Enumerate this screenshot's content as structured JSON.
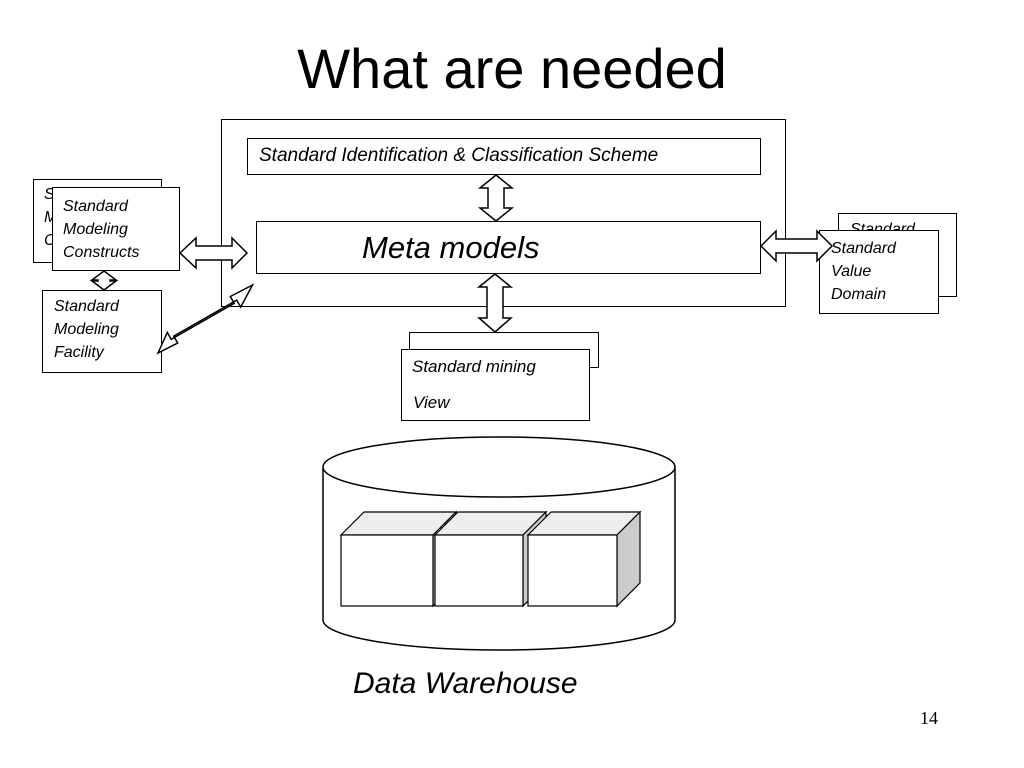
{
  "slide": {
    "title": "What are needed",
    "page_number": "14"
  },
  "diagram": {
    "id_scheme": "Standard Identification & Classification Scheme",
    "meta_models": "Meta models",
    "modeling_constructs": "Standard Modeling Constructs",
    "modeling_constructs_back_fragment": "S M C",
    "modeling_facility": "Standard Modeling Facility",
    "value_domain": "Standard Value Domain",
    "value_domain_back_fragment": "Standard",
    "mining_view_line1": "Standard mining",
    "mining_view_line2": "View",
    "data_warehouse": "Data Warehouse"
  },
  "colors": {
    "line": "#000000",
    "cube_face": "#ffffff",
    "cube_side": "#cccccc",
    "cube_top": "#eeeeee"
  }
}
